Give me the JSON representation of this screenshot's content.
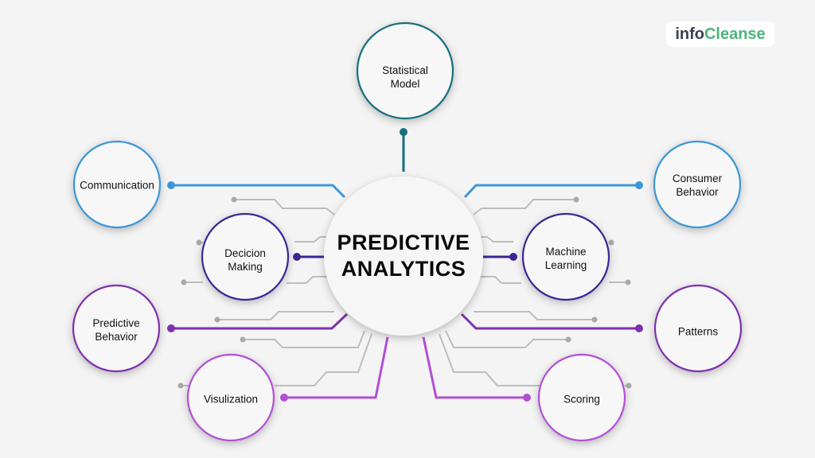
{
  "title": "PREDICTIVE\nANALYTICS",
  "logo": {
    "part1": "info",
    "part2": "Cleanse"
  },
  "colors": {
    "teal": "#16707e",
    "blue": "#3b97d8",
    "indigo": "#3d2594",
    "purple": "#7e30ad",
    "magenta": "#b24fd6",
    "gray": "#b8b8b8"
  },
  "nodes": [
    {
      "id": "statistical-model",
      "label": "Statistical\nModel"
    },
    {
      "id": "communication",
      "label": "Communication"
    },
    {
      "id": "consumer-behavior",
      "label": "Consumer\nBehavior"
    },
    {
      "id": "decicion-making",
      "label": "Decicion\nMaking"
    },
    {
      "id": "machine-learning",
      "label": "Machine\nLearning"
    },
    {
      "id": "predictive-behavior",
      "label": "Predictive\nBehavior"
    },
    {
      "id": "patterns",
      "label": "Patterns"
    },
    {
      "id": "visulization",
      "label": "Visulization"
    },
    {
      "id": "scoring",
      "label": "Scoring"
    }
  ]
}
